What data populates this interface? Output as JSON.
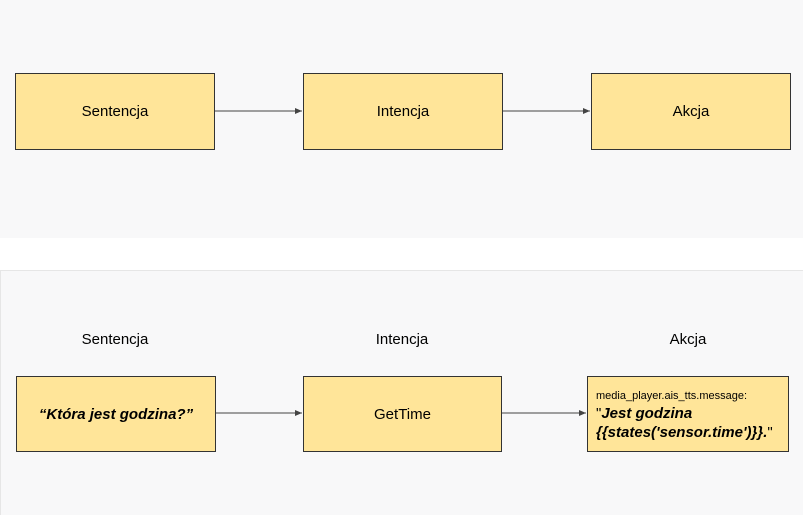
{
  "top_flow": {
    "nodes": [
      "Sentencja",
      "Intencja",
      "Akcja"
    ]
  },
  "bottom_flow": {
    "headings": [
      "Sentencja",
      "Intencja",
      "Akcja"
    ],
    "sentence": "“Która jest godzina?”",
    "intent": "GetTime",
    "action": {
      "service": "media_player.ais_tts.message:",
      "quote_open": "\"",
      "message": "Jest godzina {{states('sensor.time')}}.",
      "quote_close": "\""
    }
  },
  "colors": {
    "node_fill": "#ffe599",
    "node_border": "#333333",
    "arrow": "#444444",
    "panel_background": "#f8f8f9"
  }
}
